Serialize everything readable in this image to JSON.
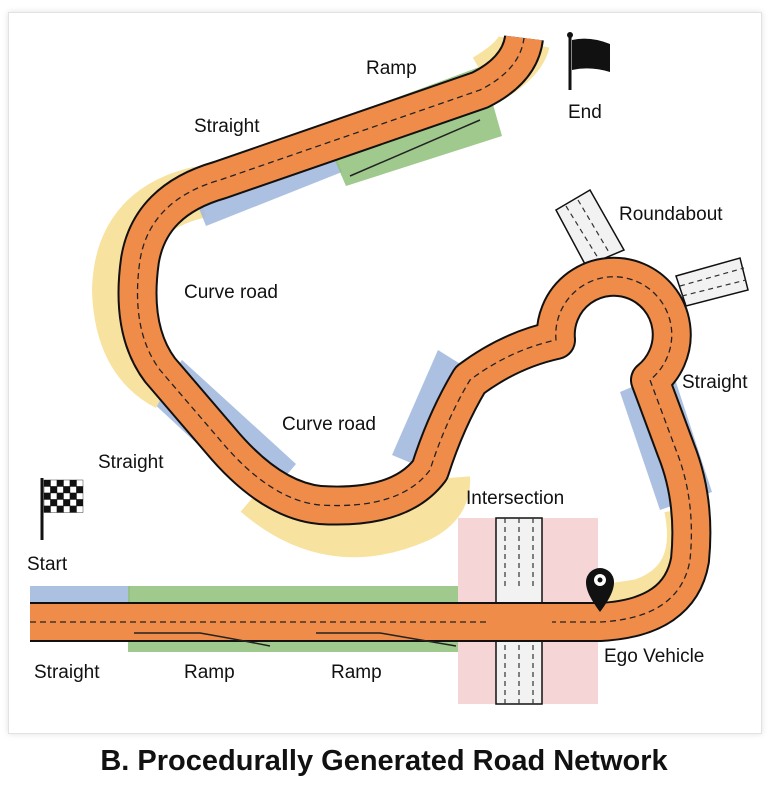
{
  "labels": {
    "ramp_top": "Ramp",
    "end": "End",
    "straight_top": "Straight",
    "roundabout": "Roundabout",
    "curve_upper": "Curve road",
    "straight_right": "Straight",
    "curve_lower": "Curve road",
    "straight_left": "Straight",
    "intersection": "Intersection",
    "start": "Start",
    "straight_bottom": "Straight",
    "ramp_bottom_1": "Ramp",
    "ramp_bottom_2": "Ramp",
    "ego_vehicle": "Ego Vehicle"
  },
  "caption": "B. Procedurally Generated Road Network",
  "colors": {
    "route": "#f08c4a",
    "straight": "#9db5dc",
    "curve": "#f8e2a0",
    "ramp": "#8fc07a",
    "intersection": "#f5d5d5",
    "road": "#f4f4f4"
  },
  "icons": {
    "start": "checkered-flag-icon",
    "end": "black-flag-icon",
    "ego": "location-pin-icon"
  }
}
